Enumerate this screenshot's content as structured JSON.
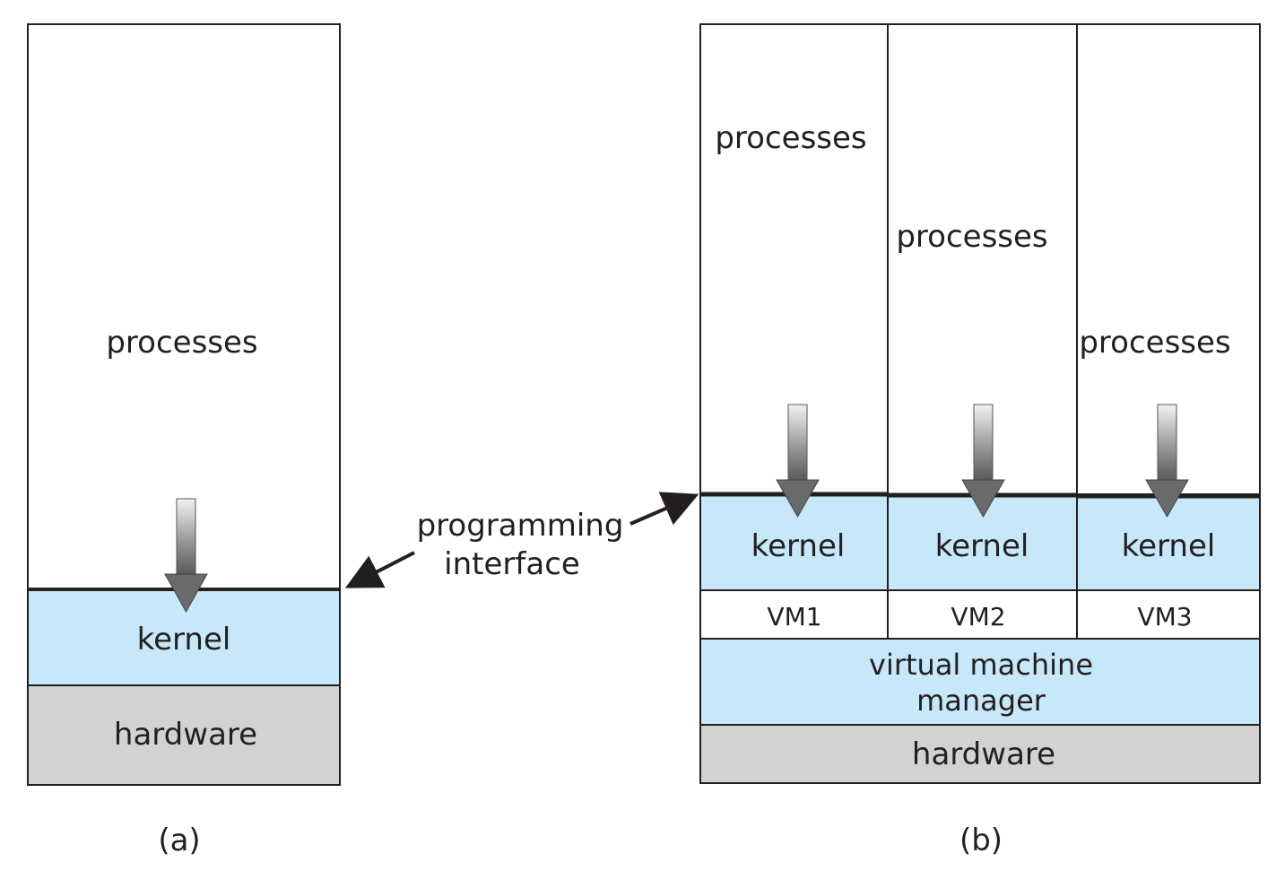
{
  "diagram_a": {
    "caption": "(a)",
    "processes_label": "processes",
    "kernel_label": "kernel",
    "hardware_label": "hardware"
  },
  "diagram_b": {
    "caption": "(b)",
    "columns": [
      {
        "processes_label": "processes",
        "kernel_label": "kernel",
        "vm_label": "VM1"
      },
      {
        "processes_label": "processes",
        "kernel_label": "kernel",
        "vm_label": "VM2"
      },
      {
        "processes_label": "processes",
        "kernel_label": "kernel",
        "vm_label": "VM3"
      }
    ],
    "vmm_label_line1": "virtual machine",
    "vmm_label_line2": "manager",
    "hardware_label": "hardware"
  },
  "callout": {
    "line1": "programming",
    "line2": "interface"
  },
  "colors": {
    "kernel_fill": "#c6e8f8",
    "hardware_fill": "#d1d2d4",
    "line": "#231f20"
  }
}
